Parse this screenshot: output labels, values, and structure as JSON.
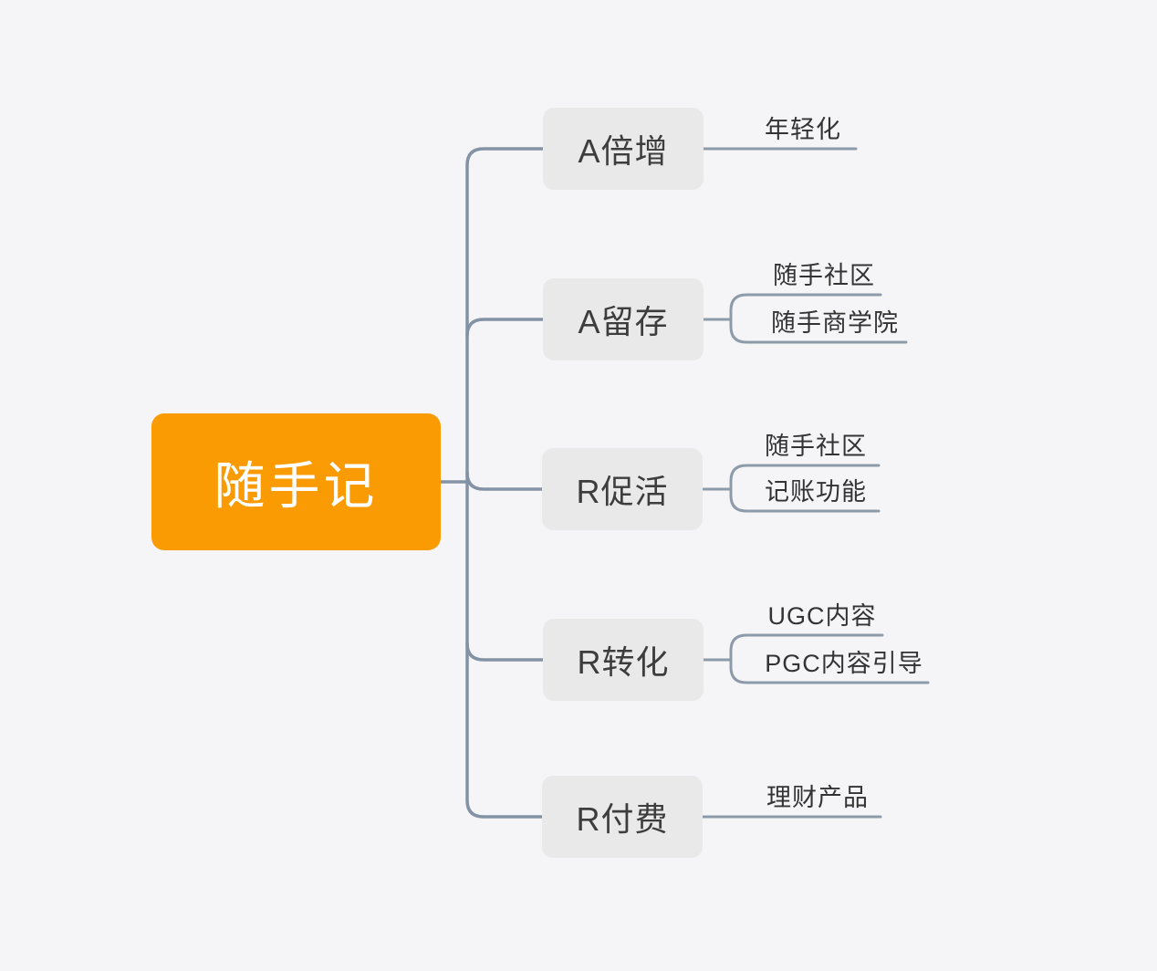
{
  "mindmap": {
    "root": {
      "label": "随手记"
    },
    "branches": [
      {
        "label": "A倍增",
        "children": [
          "年轻化"
        ]
      },
      {
        "label": "A留存",
        "children": [
          "随手社区",
          "随手商学院"
        ]
      },
      {
        "label": "R促活",
        "children": [
          "随手社区",
          "记账功能"
        ]
      },
      {
        "label": "R转化",
        "children": [
          "UGC内容",
          "PGC内容引导"
        ]
      },
      {
        "label": "R付费",
        "children": [
          "理财产品"
        ]
      }
    ],
    "colors": {
      "background": "#F5F5F7",
      "root_fill": "#FB9B04",
      "root_text": "#FFFFFF",
      "topic_fill": "#E9E9E9",
      "topic_text": "#3D3D3D",
      "connector_main": "#8392A4",
      "connector_sub": "#8C9AAA",
      "subtopic_text": "#333333"
    }
  }
}
